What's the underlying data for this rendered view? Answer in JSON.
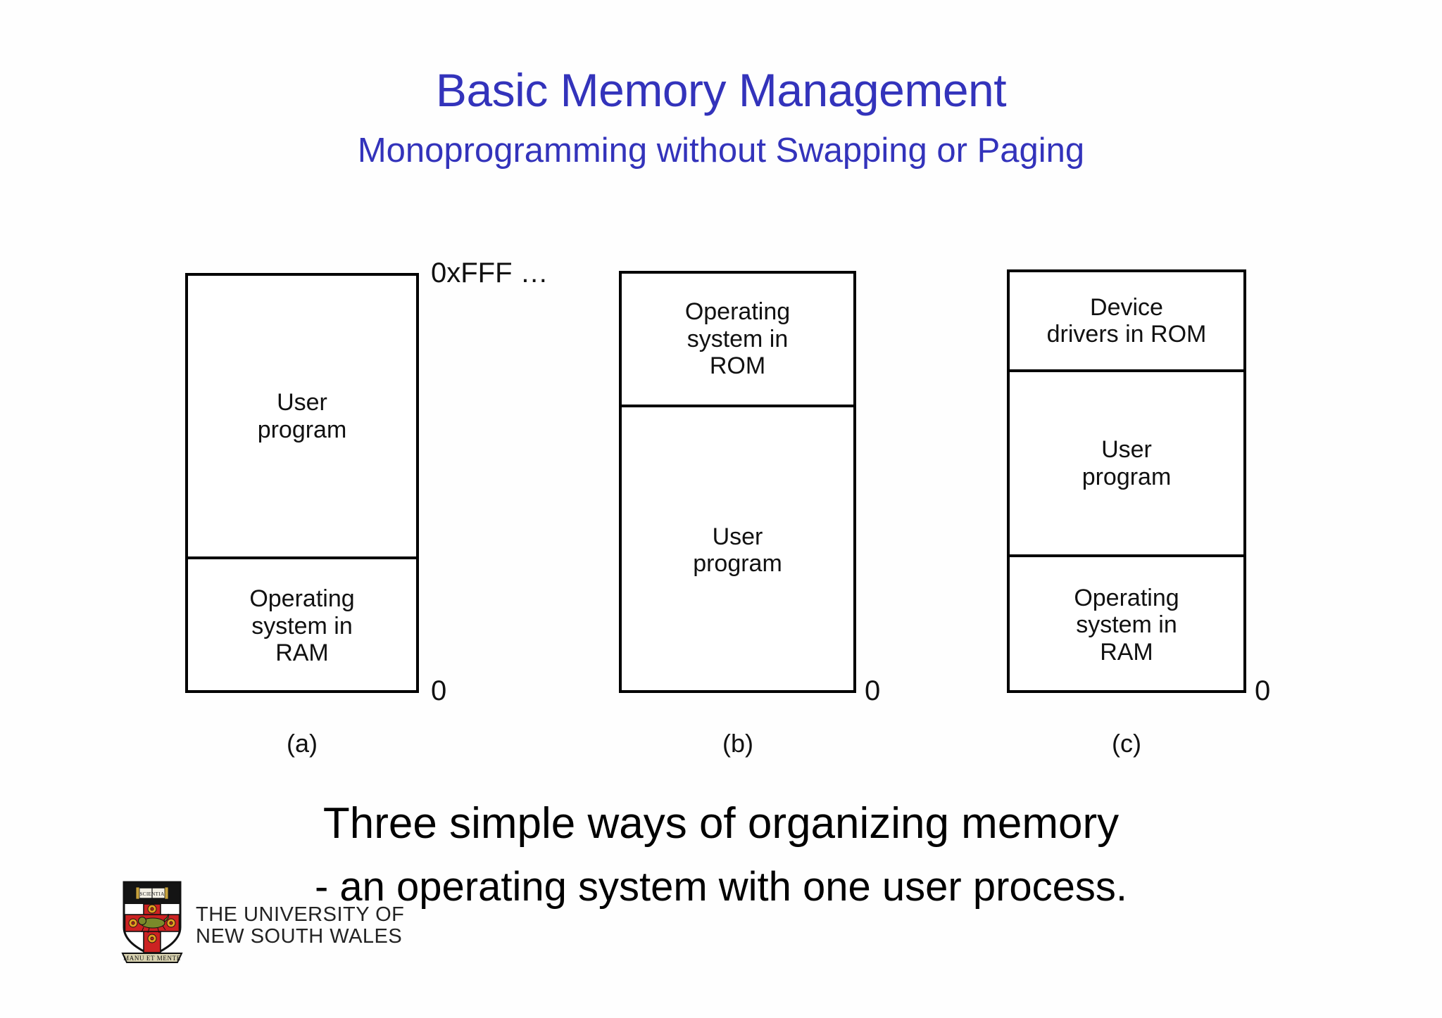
{
  "slide": {
    "title": "Basic Memory Management",
    "subtitle": "Monoprogramming without Swapping or Paging",
    "title_color": "#3333bb"
  },
  "diagram": {
    "address_top": "0xFFF …",
    "address_zero_a": "0",
    "address_zero_b": "0",
    "address_zero_c": "0",
    "variants": [
      {
        "key": "a",
        "caption": "(a)",
        "rows": [
          {
            "name": "user-program",
            "label": "User\nprogram"
          },
          {
            "name": "os-in-ram",
            "label": "Operating\nsystem in\nRAM"
          }
        ]
      },
      {
        "key": "b",
        "caption": "(b)",
        "rows": [
          {
            "name": "os-in-rom",
            "label": "Operating\nsystem in\nROM"
          },
          {
            "name": "user-program",
            "label": "User\nprogram"
          }
        ]
      },
      {
        "key": "c",
        "caption": "(c)",
        "rows": [
          {
            "name": "device-drivers-in-rom",
            "label": "Device\ndrivers in ROM"
          },
          {
            "name": "user-program",
            "label": "User\nprogram"
          },
          {
            "name": "os-in-ram",
            "label": "Operating\nsystem in\nRAM"
          }
        ]
      }
    ]
  },
  "caption": {
    "line1": "Three simple ways of organizing memory",
    "line2": "- an operating system with one user process."
  },
  "logo": {
    "name": "unsw-crest",
    "motto": "MANU ET MENTE",
    "book_word": "SCIENTIA",
    "wordmark": "THE UNIVERSITY OF\nNEW SOUTH WALES",
    "colors": {
      "shield_red": "#cc2222",
      "shield_black": "#111111",
      "gold": "#e0a020",
      "banner": "#d8d2b0"
    }
  }
}
